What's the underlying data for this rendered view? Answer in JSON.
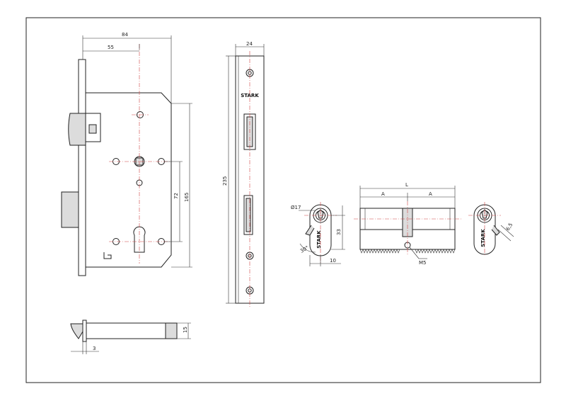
{
  "dimensions": {
    "width_84": "84",
    "width_55": "55",
    "width_24": "24",
    "height_235": "235",
    "height_165": "165",
    "height_72": "72",
    "bolt_15": "15",
    "bolt_3": "3",
    "cyl_L": "L",
    "cyl_A_left": "A",
    "cyl_A_right": "A",
    "cyl_33": "33",
    "cyl_10": "10",
    "cyl_dia17": "Ø17",
    "cyl_30deg": "30°",
    "cyl_M5": "M5",
    "cyl_6_5": "6,5"
  },
  "brand": {
    "faceplate": "STARK",
    "cylinder_left": "STARK",
    "cylinder_right": "STARK"
  },
  "colors": {
    "line": "#222222",
    "centerline": "#d04545",
    "fill": "#dcdcdc"
  }
}
